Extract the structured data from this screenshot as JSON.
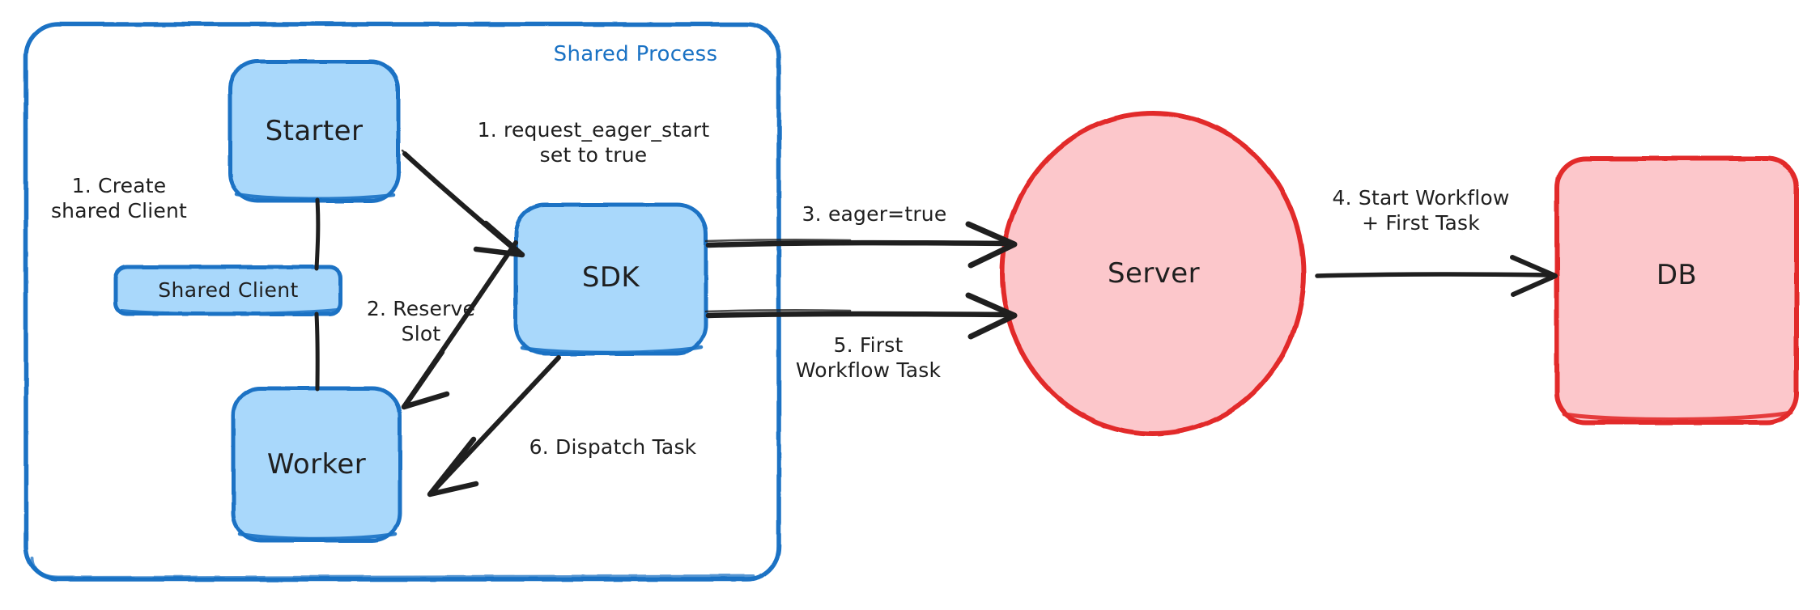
{
  "diagram": {
    "title": "Eager Workflow Start flow",
    "colors": {
      "node_blue_fill": "#a9d8fb",
      "node_blue_stroke": "#1a72c4",
      "node_red_fill": "#fcc7cb",
      "node_red_stroke": "#e22c2c",
      "edge_stroke": "#1f1f1f",
      "group_label_color": "#1a72c4",
      "background": "#ffffff"
    },
    "group": {
      "name": "shared-process",
      "label": "Shared Process",
      "shape": "rounded-rectangle",
      "stroke": "#1a72c4",
      "fill": "none"
    },
    "nodes": [
      {
        "id": "starter",
        "label": "Starter",
        "shape": "rounded-rectangle",
        "fill": "#a9d8fb",
        "stroke": "#1a72c4"
      },
      {
        "id": "shared-client",
        "label": "Shared Client",
        "shape": "rounded-rectangle",
        "fill": "#a9d8fb",
        "stroke": "#1a72c4"
      },
      {
        "id": "worker",
        "label": "Worker",
        "shape": "rounded-rectangle",
        "fill": "#a9d8fb",
        "stroke": "#1a72c4"
      },
      {
        "id": "sdk",
        "label": "SDK",
        "shape": "rounded-rectangle",
        "fill": "#a9d8fb",
        "stroke": "#1a72c4"
      },
      {
        "id": "server",
        "label": "Server",
        "shape": "ellipse",
        "fill": "#fcc7cb",
        "stroke": "#e22c2c"
      },
      {
        "id": "db",
        "label": "DB",
        "shape": "rounded-rectangle",
        "fill": "#fcc7cb",
        "stroke": "#e22c2c"
      }
    ],
    "edges": [
      {
        "id": "e1-create-shared-client",
        "step": "1",
        "label": "1. Create\nshared Client",
        "from": "starter",
        "to": "worker",
        "arrow": false
      },
      {
        "id": "e1-request-eager-start",
        "step": "1",
        "label": "1. request_eager_start\nset to true",
        "from": "starter",
        "to": "sdk",
        "arrow": true
      },
      {
        "id": "e2-reserve-slot",
        "step": "2",
        "label": "2. Reserve\nSlot",
        "from": "sdk",
        "to": "worker",
        "arrow": true
      },
      {
        "id": "e3-eager-true",
        "step": "3",
        "label": "3. eager=true",
        "from": "sdk",
        "to": "server",
        "arrow": true
      },
      {
        "id": "e4-start-workflow",
        "step": "4",
        "label": "4. Start Workflow\n+ First Task",
        "from": "server",
        "to": "db",
        "arrow": true
      },
      {
        "id": "e5-first-workflow-task",
        "step": "5",
        "label": "5. First\nWorkflow Task",
        "from": "sdk",
        "to": "server",
        "arrow": true
      },
      {
        "id": "e6-dispatch-task",
        "step": "6",
        "label": "6. Dispatch Task",
        "from": "sdk",
        "to": "worker",
        "arrow": true
      }
    ]
  }
}
